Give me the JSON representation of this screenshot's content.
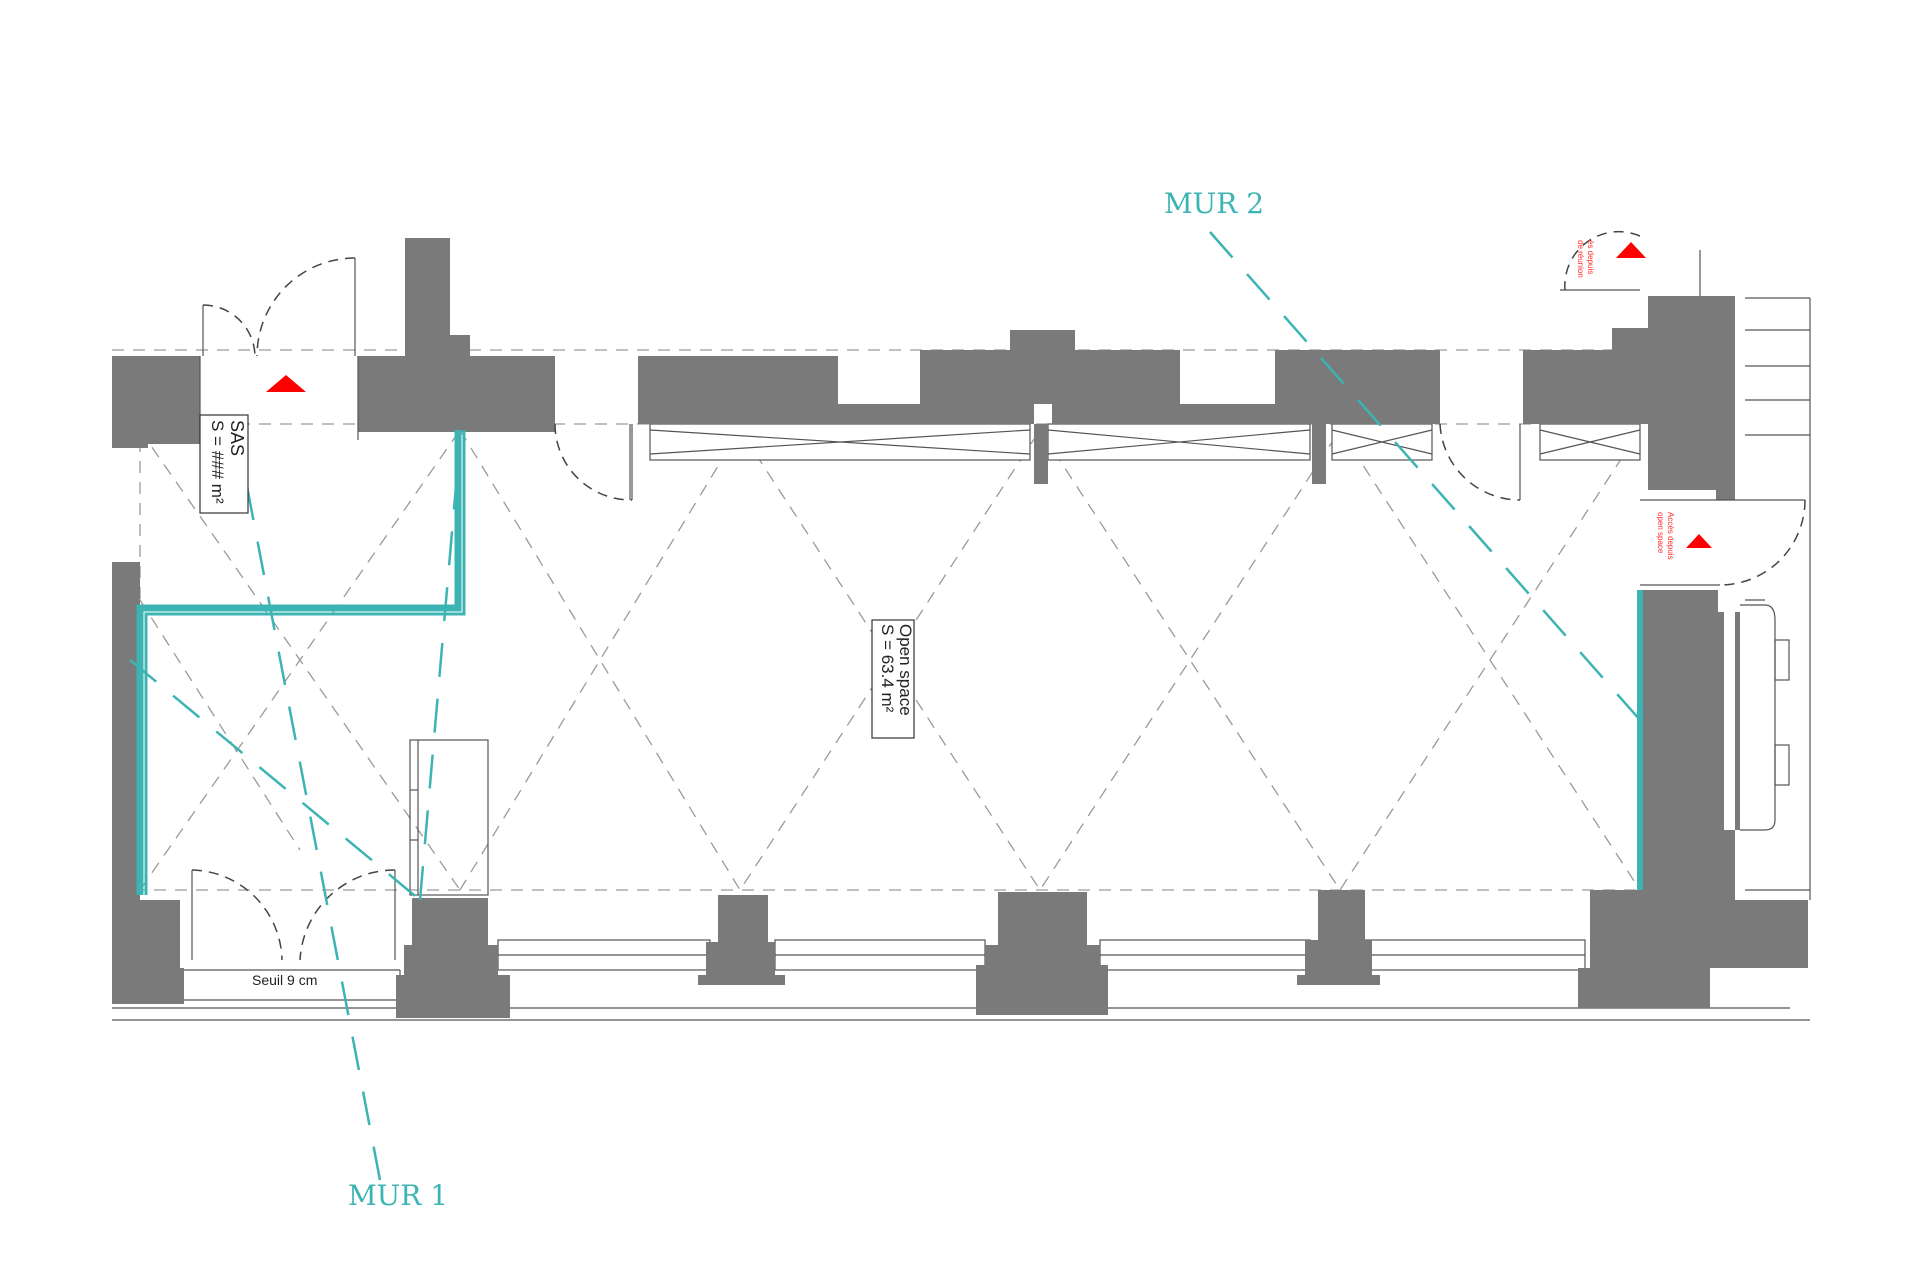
{
  "labels": {
    "mur1": "MUR 1",
    "mur2": "MUR 2",
    "sas_name": "SAS",
    "sas_area": "S = ### m²",
    "open_name": "Open space",
    "open_area": "S = 63.4 m²",
    "seuil": "Seuil 9 cm",
    "red_note_top_a": "ès depuis",
    "red_note_top_b": "de réunion",
    "red_note_right_a": "Accès depuis",
    "red_note_right_b": "open space"
  },
  "colors": {
    "wall": "#7a7a7a",
    "highlight": "#3cb4b4",
    "marker": "#ff0000",
    "background": "#ffffff"
  },
  "icons": [
    "entrance-arrow-icon",
    "door-swing-icon"
  ]
}
